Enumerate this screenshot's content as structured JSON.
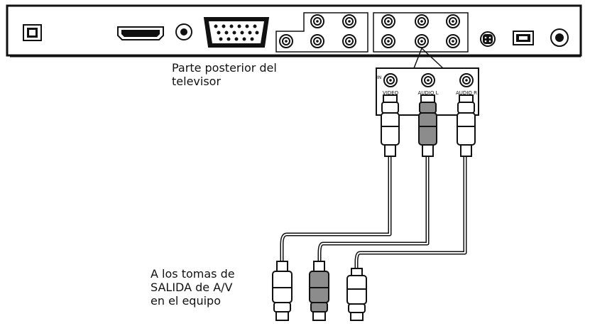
{
  "tv_label": {
    "line1": "Parte posterior del",
    "line2": "televisor"
  },
  "source_label": {
    "line1": "A los tomas de",
    "line2": "SALIDA de A/V",
    "line3": "en el equipo"
  },
  "jack_panel": {
    "in_label": "IN",
    "video_label": "VIDEO",
    "audio_l_label": "AUDIO L",
    "audio_r_label": "AUDIO R"
  },
  "colors": {
    "line": "#111111",
    "plug_light": "#ffffff",
    "plug_grey": "#8c8c8c",
    "background": "#ffffff"
  }
}
